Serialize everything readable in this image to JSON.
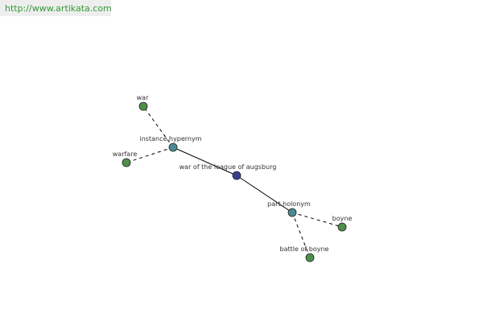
{
  "banner": {
    "url": "http://www.artikata.com"
  },
  "colors": {
    "center": "#3b3f8f",
    "relation": "#4a8a94",
    "leaf": "#4f8f4a",
    "edge": "#000000",
    "link": "#339933"
  },
  "graph": {
    "nodes": [
      {
        "id": "center",
        "label": "war of the league of augsburg",
        "kind": "center"
      },
      {
        "id": "instance",
        "label": "instance hypernym",
        "kind": "relation"
      },
      {
        "id": "part",
        "label": "part holonym",
        "kind": "relation"
      },
      {
        "id": "war",
        "label": "war",
        "kind": "leaf"
      },
      {
        "id": "warfare",
        "label": "warfare",
        "kind": "leaf"
      },
      {
        "id": "boyne",
        "label": "boyne",
        "kind": "leaf"
      },
      {
        "id": "battle",
        "label": "battle of boyne",
        "kind": "leaf"
      }
    ],
    "edges": [
      {
        "from": "center",
        "to": "instance",
        "style": "solid"
      },
      {
        "from": "center",
        "to": "part",
        "style": "solid"
      },
      {
        "from": "instance",
        "to": "war",
        "style": "dashed"
      },
      {
        "from": "instance",
        "to": "warfare",
        "style": "dashed"
      },
      {
        "from": "part",
        "to": "boyne",
        "style": "dashed"
      },
      {
        "from": "part",
        "to": "battle",
        "style": "dashed"
      }
    ]
  }
}
